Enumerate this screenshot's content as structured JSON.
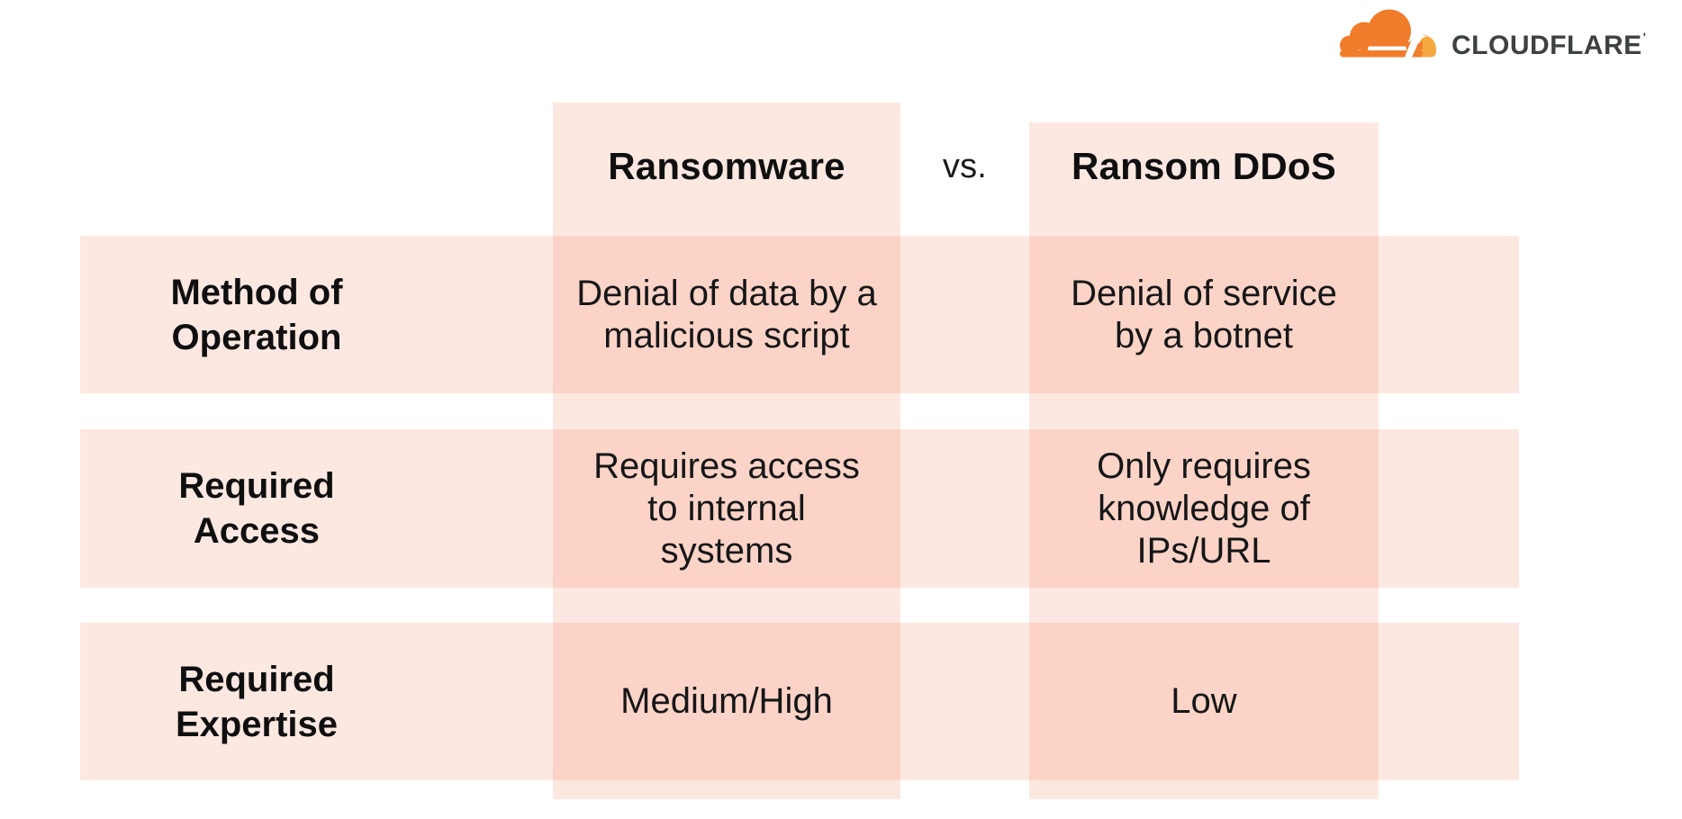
{
  "brand": {
    "wordmark": "CLOUDFLARE",
    "trademark_mark": "'",
    "colors": {
      "cloud_dark_orange": "#F17C2B",
      "cloud_light_orange": "#F5A940",
      "wordmark_gray": "#3E4142"
    }
  },
  "table": {
    "versus_label": "vs.",
    "band_tint": "rgba(242,113,67,0.16)",
    "columns": [
      {
        "key": "ransomware",
        "label": "Ransomware"
      },
      {
        "key": "ransom_ddos",
        "label": "Ransom DDoS"
      }
    ],
    "rows": [
      {
        "label": "Method of\nOperation",
        "ransomware": "Denial of data by a\nmalicious script",
        "ransom_ddos": "Denial of service\nby a botnet"
      },
      {
        "label": "Required\nAccess",
        "ransomware": "Requires access\nto internal\nsystems",
        "ransom_ddos": "Only requires\nknowledge of\nIPs/URL"
      },
      {
        "label": "Required\nExpertise",
        "ransomware": "Medium/High",
        "ransom_ddos": "Low"
      }
    ]
  }
}
